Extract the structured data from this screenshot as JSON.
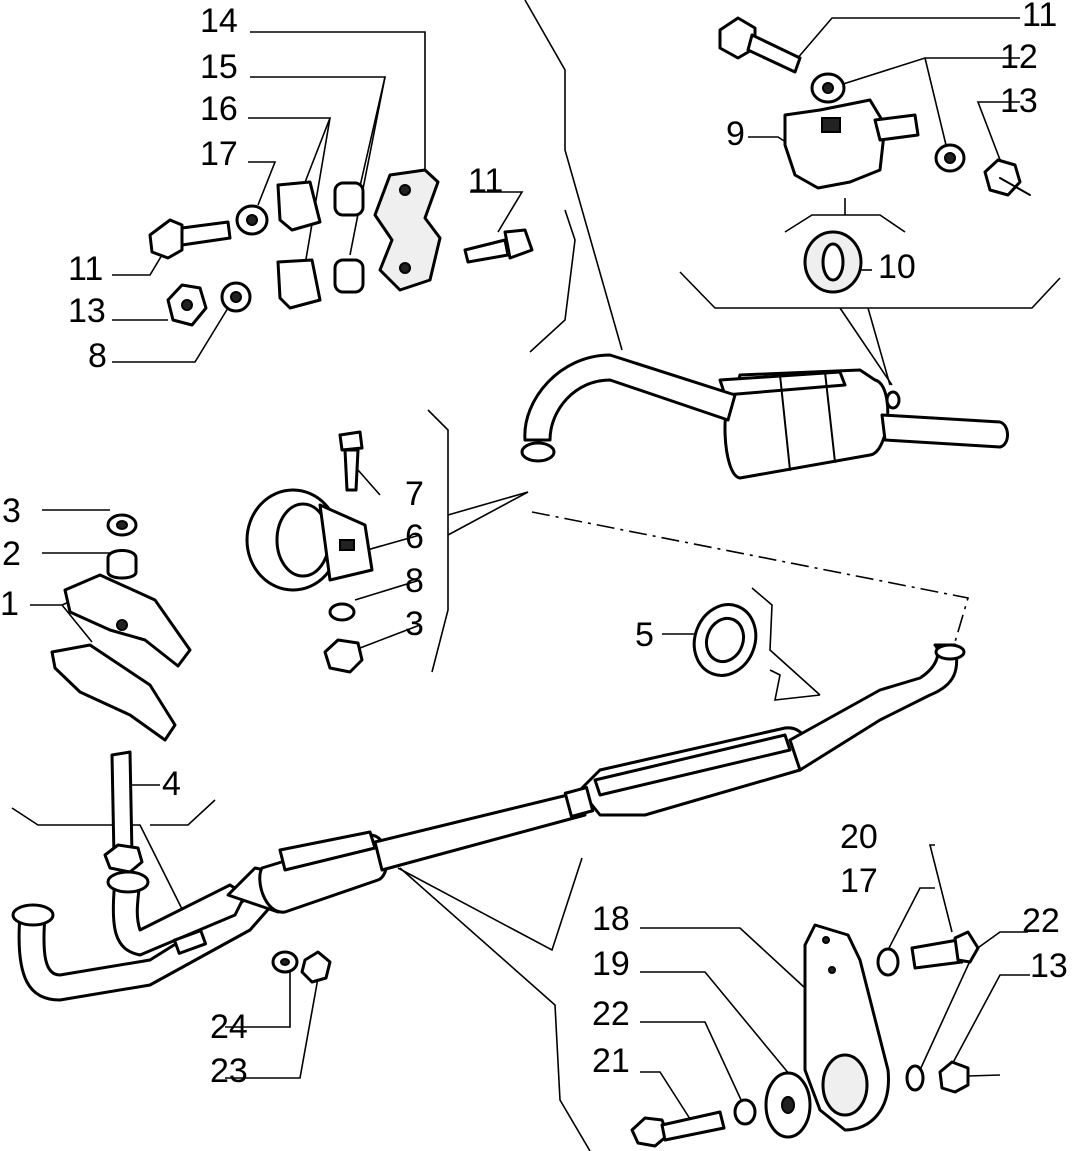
{
  "labels": {
    "l14": "14",
    "l15": "15",
    "l16": "16",
    "l17a": "17",
    "l11a": "11",
    "l13a": "13",
    "l8a": "8",
    "l11b": "11",
    "l11c": "11",
    "l12": "12",
    "l9": "9",
    "l13b": "13",
    "l10": "10",
    "l3a": "3",
    "l2": "2",
    "l1": "1",
    "l4": "4",
    "l7": "7",
    "l6": "6",
    "l8b": "8",
    "l3b": "3",
    "l5": "5",
    "l20": "20",
    "l17b": "17",
    "l22a": "22",
    "l18": "18",
    "l13c": "13",
    "l19": "19",
    "l22b": "22",
    "l21": "21",
    "l24": "24",
    "l23": "23"
  }
}
